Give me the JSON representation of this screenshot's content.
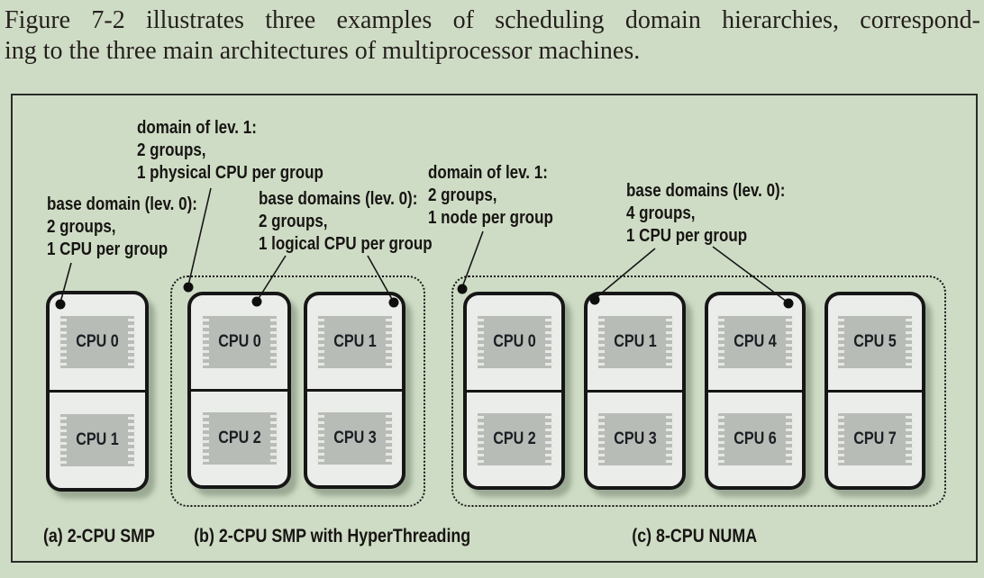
{
  "intro": {
    "line1": "Figure 7-2 illustrates three examples of scheduling domain hierarchies, correspond-",
    "line2": "ing to the three main architectures of multiprocessor machines."
  },
  "figure": {
    "annotations": [
      {
        "id": "base-domain-smp",
        "lines": [
          "base domain (lev. 0):",
          "2 groups,",
          "1 CPU per group"
        ]
      },
      {
        "id": "lev1-domain-ht",
        "lines": [
          "domain of lev. 1:",
          "2 groups,",
          "1 physical CPU per group"
        ]
      },
      {
        "id": "base-domains-ht",
        "lines": [
          "base domains (lev. 0):",
          "2 groups,",
          "1 logical CPU per group"
        ]
      },
      {
        "id": "lev1-domain-numa",
        "lines": [
          "domain of lev. 1:",
          "2 groups,",
          "1 node per group"
        ]
      },
      {
        "id": "base-domains-numa",
        "lines": [
          "base domains (lev. 0):",
          "4 groups,",
          "1 CPU per group"
        ]
      }
    ],
    "diagrams": [
      {
        "caption": "(a) 2-CPU SMP",
        "dominoes": [
          [
            "CPU 0",
            "CPU 1"
          ]
        ]
      },
      {
        "caption": "(b) 2-CPU SMP with HyperThreading",
        "dominoes": [
          [
            "CPU 0",
            "CPU 2"
          ],
          [
            "CPU 1",
            "CPU 3"
          ]
        ]
      },
      {
        "caption": "(c) 8-CPU NUMA",
        "dominoes": [
          [
            "CPU 0",
            "CPU 2"
          ],
          [
            "CPU 1",
            "CPU 3"
          ],
          [
            "CPU 4",
            "CPU 6"
          ],
          [
            "CPU 5",
            "CPU 7"
          ]
        ]
      }
    ]
  },
  "colors": {
    "page-bg": "#cfdcc5",
    "ink": "#1d1b18",
    "domino-fill": "#ebedea",
    "domino-border": "#161616",
    "chip-fill": "#b8bcb6",
    "chip-pin": "#e7e9e5"
  }
}
